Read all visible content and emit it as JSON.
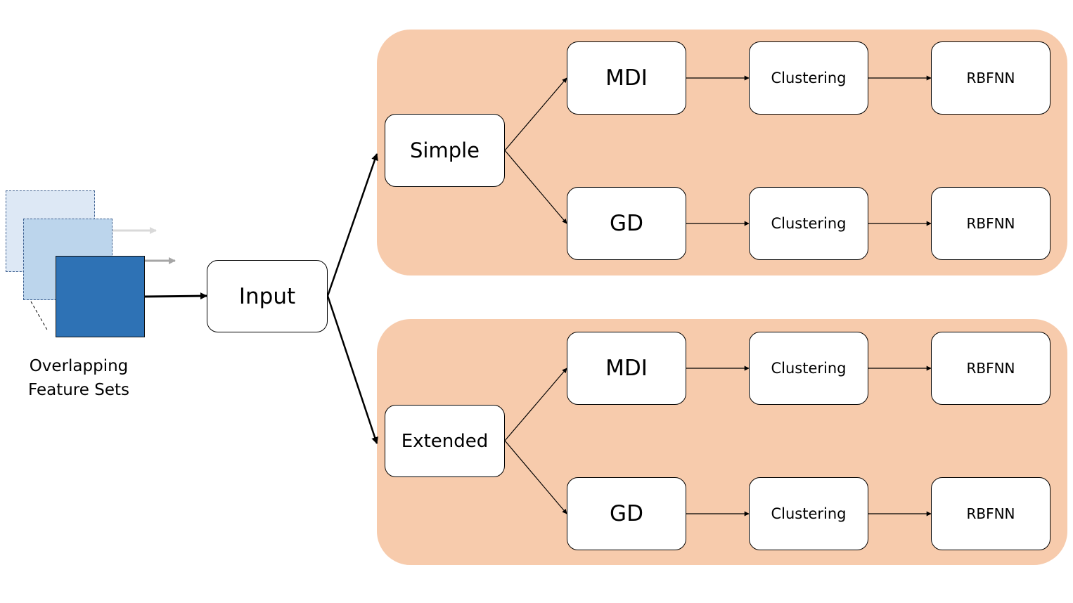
{
  "feature_sets": {
    "caption": "Overlapping Feature Sets"
  },
  "input": {
    "label": "Input"
  },
  "branches": [
    {
      "label": "Simple",
      "methods": [
        {
          "label": "MDI",
          "clustering": "Clustering",
          "model": "RBFNN"
        },
        {
          "label": "GD",
          "clustering": "Clustering",
          "model": "RBFNN"
        }
      ]
    },
    {
      "label": "Extended",
      "methods": [
        {
          "label": "MDI",
          "clustering": "Clustering",
          "model": "RBFNN"
        },
        {
          "label": "GD",
          "clustering": "Clustering",
          "model": "RBFNN"
        }
      ]
    }
  ],
  "colors": {
    "panel": "#f7cbac",
    "feature_set_front": "#2e72b5",
    "feature_set_middle": "#bcd5ec",
    "feature_set_back": "#dde8f5"
  }
}
